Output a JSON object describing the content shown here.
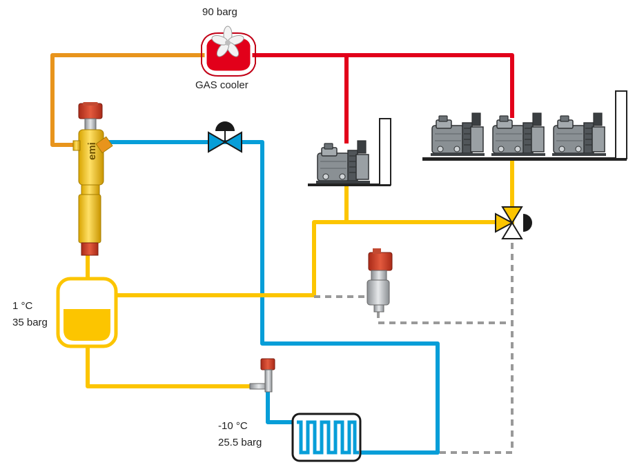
{
  "labels": {
    "gas_cooler_pressure": "90 barg",
    "gas_cooler_name": "GAS cooler",
    "receiver_temp": "1 °C",
    "receiver_pressure": "35 barg",
    "evaporator_temp": "-10 °C",
    "evaporator_pressure": "25.5 barg",
    "valve_brand": "emi"
  },
  "colors": {
    "high_pressure_gas": "#e2001a",
    "gas_cooler_outlet": "#e8941c",
    "liquid_and_flash_gas": "#fcc500",
    "suction_line": "#079ed8",
    "oil_line": "#999999",
    "valve_red": "#d9402a",
    "compressor_gray": "#7d8387"
  },
  "icons": {
    "gas_cooler": "fan-icon",
    "expansion_valve": "ball-valve-icon",
    "three_way_valve": "three-way-valve-icon",
    "compressor": "compressor-icon"
  }
}
